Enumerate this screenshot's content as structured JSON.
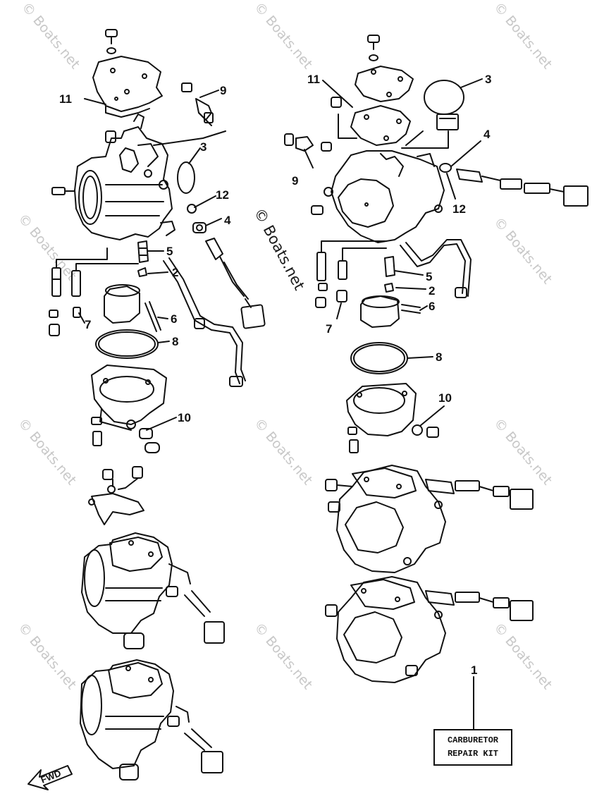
{
  "watermark": {
    "text": "© Boats.net",
    "center_text": "© Boats.net"
  },
  "callouts": {
    "left": [
      "11",
      "9",
      "3",
      "12",
      "4",
      "5",
      "2",
      "6",
      "7",
      "8",
      "10"
    ],
    "right": [
      "11",
      "3",
      "4",
      "9",
      "12",
      "5",
      "2",
      "6",
      "7",
      "8",
      "10"
    ],
    "kit": "1"
  },
  "kit_box": {
    "line1": "CARBURETOR",
    "line2": "REPAIR KIT"
  },
  "fwd_label": "FWD",
  "colors": {
    "ink": "#111111",
    "watermark": "#c8c8c8"
  }
}
